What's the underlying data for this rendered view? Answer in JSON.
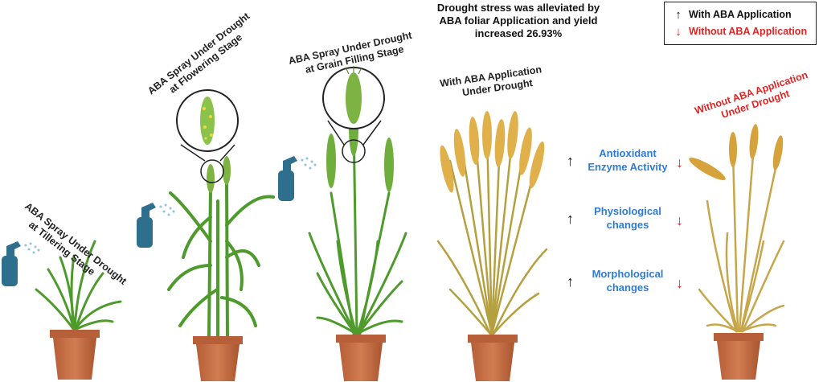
{
  "headline": {
    "line1": "Drought stress was alleviated by",
    "line2": "ABA foliar Application and yield",
    "line3": "increased 26.93%"
  },
  "legend": {
    "with_label": "With ABA Application",
    "without_label": "Without ABA Application",
    "with_color": "#111111",
    "without_color": "#e02424"
  },
  "stages": {
    "tillering": {
      "line1": "ABA Spray  Under Drought",
      "line2": "at Tillering Stage"
    },
    "flowering": {
      "line1": "ABA Spray  Under Drought",
      "line2": "at Flowering Stage"
    },
    "grain_filling": {
      "line1": "ABA Spray  Under Drought",
      "line2": "at Grain Filling Stage"
    },
    "with_aba": {
      "line1": "With ABA Application",
      "line2": "Under Drought"
    },
    "without_aba": {
      "line1": "Without ABA Application",
      "line2": "Under Drought"
    }
  },
  "metrics": [
    {
      "line1": "Antioxidant",
      "line2": "Enzyme Activity"
    },
    {
      "line1": "Physiological",
      "line2": "changes"
    },
    {
      "line1": "Morphological",
      "line2": "changes"
    }
  ],
  "colors": {
    "label_blue": "#2e7bd6",
    "green_plant": "#4f9a2c",
    "yellow_plant": "#d9a93a",
    "pot": "#c46f45",
    "sprayer": "#2e6f8e"
  }
}
